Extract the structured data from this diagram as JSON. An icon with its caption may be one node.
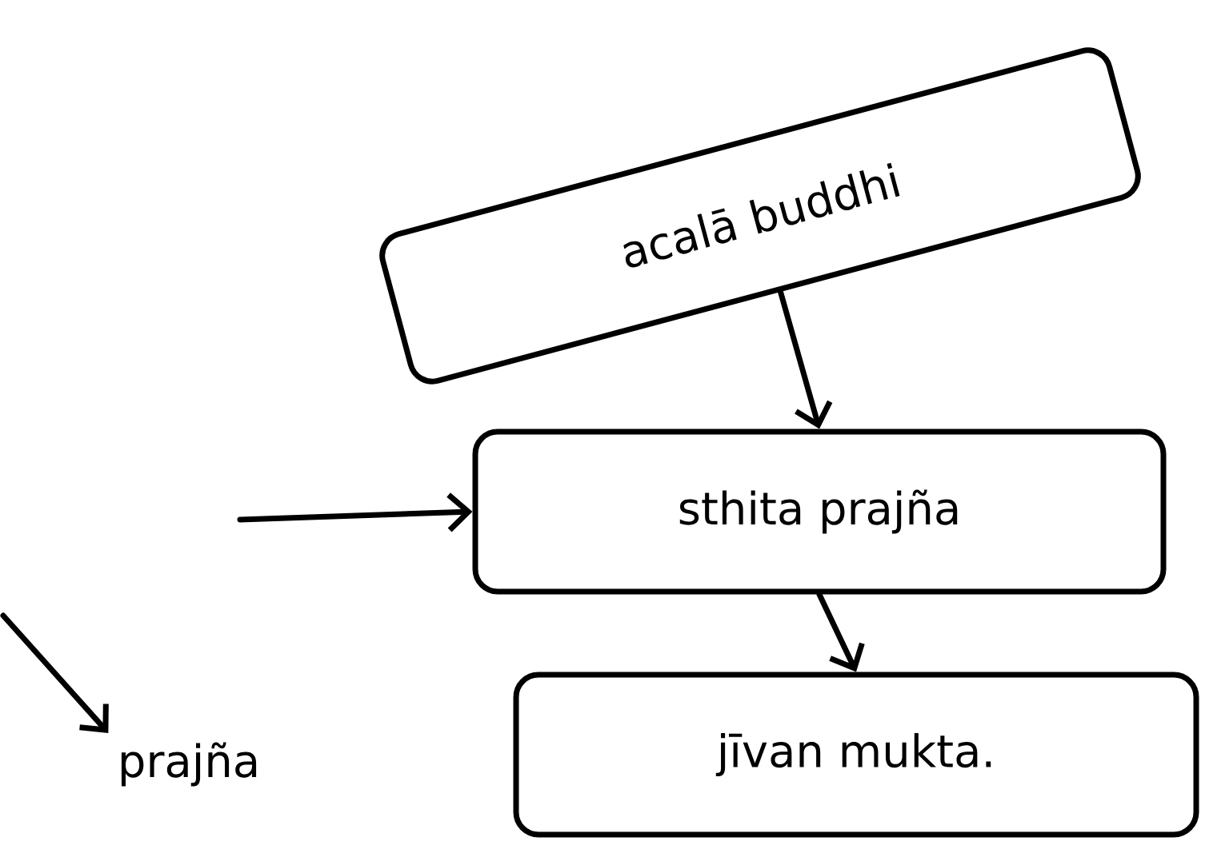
{
  "diagram": {
    "nodes": [
      {
        "text": [
          "acalā buddhi"
        ]
      },
      {
        "text": [
          "sthita prajña"
        ]
      },
      {
        "text": [
          "prajña"
        ]
      },
      {
        "text": [
          "jīvan mukta."
        ]
      }
    ],
    "edges": [
      {
        "from": 0,
        "to": 1,
        "arrow": "to"
      },
      {
        "from": null,
        "to": 1,
        "arrow": "to"
      },
      {
        "from": 1,
        "to": 3,
        "arrow": "to"
      },
      {
        "from": null,
        "to": 2,
        "arrow": "to"
      }
    ]
  }
}
